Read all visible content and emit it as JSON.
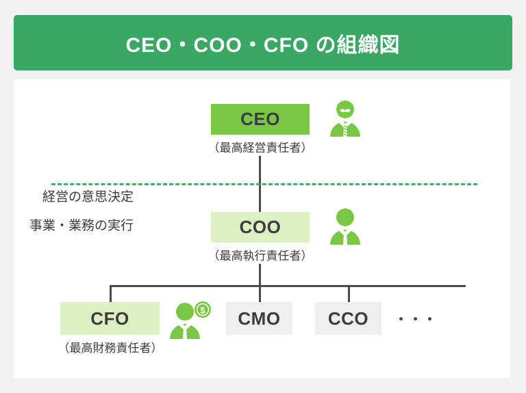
{
  "header": {
    "title": "CEO・COO・CFO の組織図",
    "background_color": "#3aa764",
    "text_color": "#ffffff"
  },
  "colors": {
    "page_background": "#f2f2f2",
    "card_background": "#ffffff",
    "accent_green_strong": "#79c745",
    "accent_green_light": "#dcf2c4",
    "neutral_box": "#efefef",
    "divider_green": "#43ac6e",
    "connector": "#4a4a4a",
    "text_dark": "#3c3c3c"
  },
  "chart_data": {
    "type": "diagram",
    "title": "CEO・COO・CFO の組織図",
    "levels": [
      {
        "level": 1,
        "descriptor": "経営の意思決定",
        "nodes": [
          {
            "label": "CEO",
            "caption": "（最高経営責任者）",
            "fill": "#79c745",
            "icon": "executive-avatar-mustache"
          }
        ]
      },
      {
        "level": 2,
        "descriptor": "事業・業務の実行",
        "nodes": [
          {
            "label": "COO",
            "caption": "（最高執行責任者）",
            "fill": "#dcf2c4",
            "icon": "executive-avatar"
          }
        ]
      },
      {
        "level": 3,
        "descriptor": "",
        "nodes": [
          {
            "label": "CFO",
            "caption": "（最高財務責任者）",
            "fill": "#dcf2c4",
            "icon": "executive-avatar-money"
          },
          {
            "label": "CMO",
            "caption": "",
            "fill": "#efefef",
            "icon": ""
          },
          {
            "label": "CCO",
            "caption": "",
            "fill": "#efefef",
            "icon": ""
          }
        ],
        "more_indicator": "・・・"
      }
    ],
    "divider": {
      "style": "dashed",
      "color": "#43ac6e",
      "between_levels": [
        1,
        2
      ]
    }
  },
  "ceo": {
    "descriptor": "経営の意思決定",
    "label": "CEO",
    "caption": "（最高経営責任者）"
  },
  "coo": {
    "descriptor": "事業・業務の実行",
    "label": "COO",
    "caption": "（最高執行責任者）"
  },
  "cfo": {
    "label": "CFO",
    "caption": "（最高財務責任者）"
  },
  "cmo": {
    "label": "CMO"
  },
  "cco": {
    "label": "CCO"
  }
}
